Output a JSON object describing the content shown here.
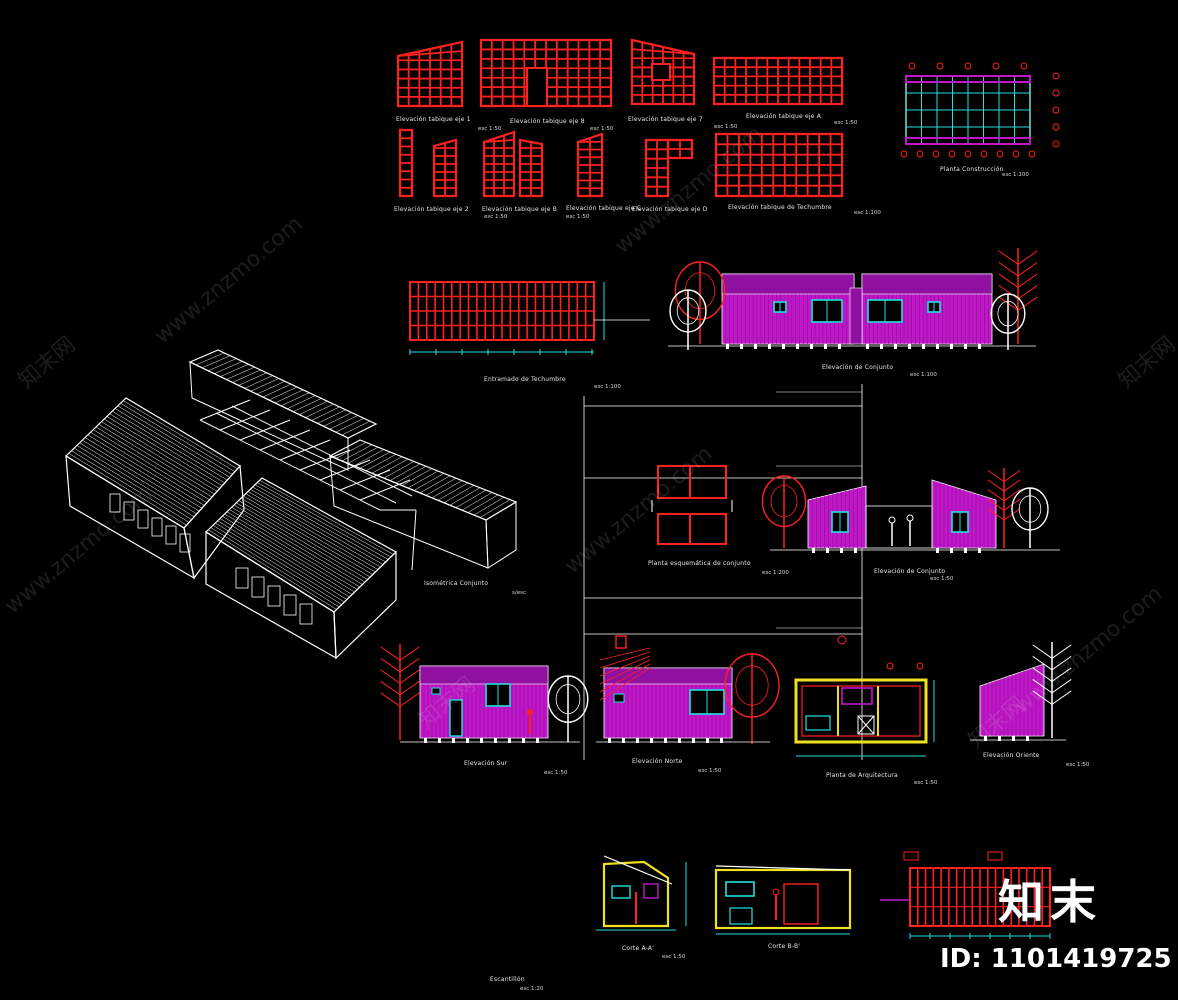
{
  "colors": {
    "background": "#000000",
    "frame_red": "#ff2020",
    "cladding_magenta": "#c018c8",
    "window_cyan": "#20e0e0",
    "line_white": "#ffffff",
    "dim_yellow": "#f0e020"
  },
  "labels": {
    "tabique_eje1": "Elevación tabique eje 1",
    "tabique_eje2": "Elevación tabique eje 2",
    "tabique_eje7": "Elevación tabique eje 7",
    "tabique_eje8": "Elevación tabique eje 8",
    "tabique_ejeA": "Elevación tabique eje A",
    "tabique_ejeB": "Elevación tabique eje B",
    "tabique_ejeC": "Elevación tabique eje C",
    "tabique_ejeD": "Elevación tabique eje D",
    "tabique_techumbre": "Elevación tabique de Techumbre",
    "planta_construccion": "Planta Construcción",
    "envigado_techo": "Entramado de Techumbre",
    "elev_conjunto_1": "Elevación de Conjunto",
    "isometrica": "Isométrica Conjunto",
    "planta_conjunto": "Planta esquemática de conjunto",
    "elev_conjunto_2": "Elevación de Conjunto",
    "elev_sur": "Elevación Sur",
    "elev_norte": "Elevación Norte",
    "planta_arquitectura": "Planta de Arquitectura",
    "elev_oriente": "Elevación Oriente",
    "corte_aa": "Corte A-A'",
    "corte_bb": "Corte B-B'",
    "escantillon": "Escantillón"
  },
  "scales": {
    "s1": "esc 1:50",
    "s2": "esc 1:50",
    "s3": "esc 1:50",
    "s4": "esc 1:50",
    "s5": "esc 1:50",
    "s6": "esc 1:50",
    "s7": "esc 1:100",
    "s8": "esc 1:100",
    "s9": "esc 1:100",
    "s10": "s/esc",
    "s11": "esc 1:200",
    "s12": "esc 1:100",
    "s13": "esc 1:50",
    "s14": "esc 1:50",
    "s15": "esc 1:50",
    "s16": "esc 1:50",
    "s17": "esc 1:50",
    "s18": "esc 1:50",
    "s19": "esc 1:20"
  },
  "watermark": {
    "site": "www.znzmo.com",
    "brand": "知末",
    "brand_small": "知末网",
    "id": "ID: 1101419725"
  }
}
